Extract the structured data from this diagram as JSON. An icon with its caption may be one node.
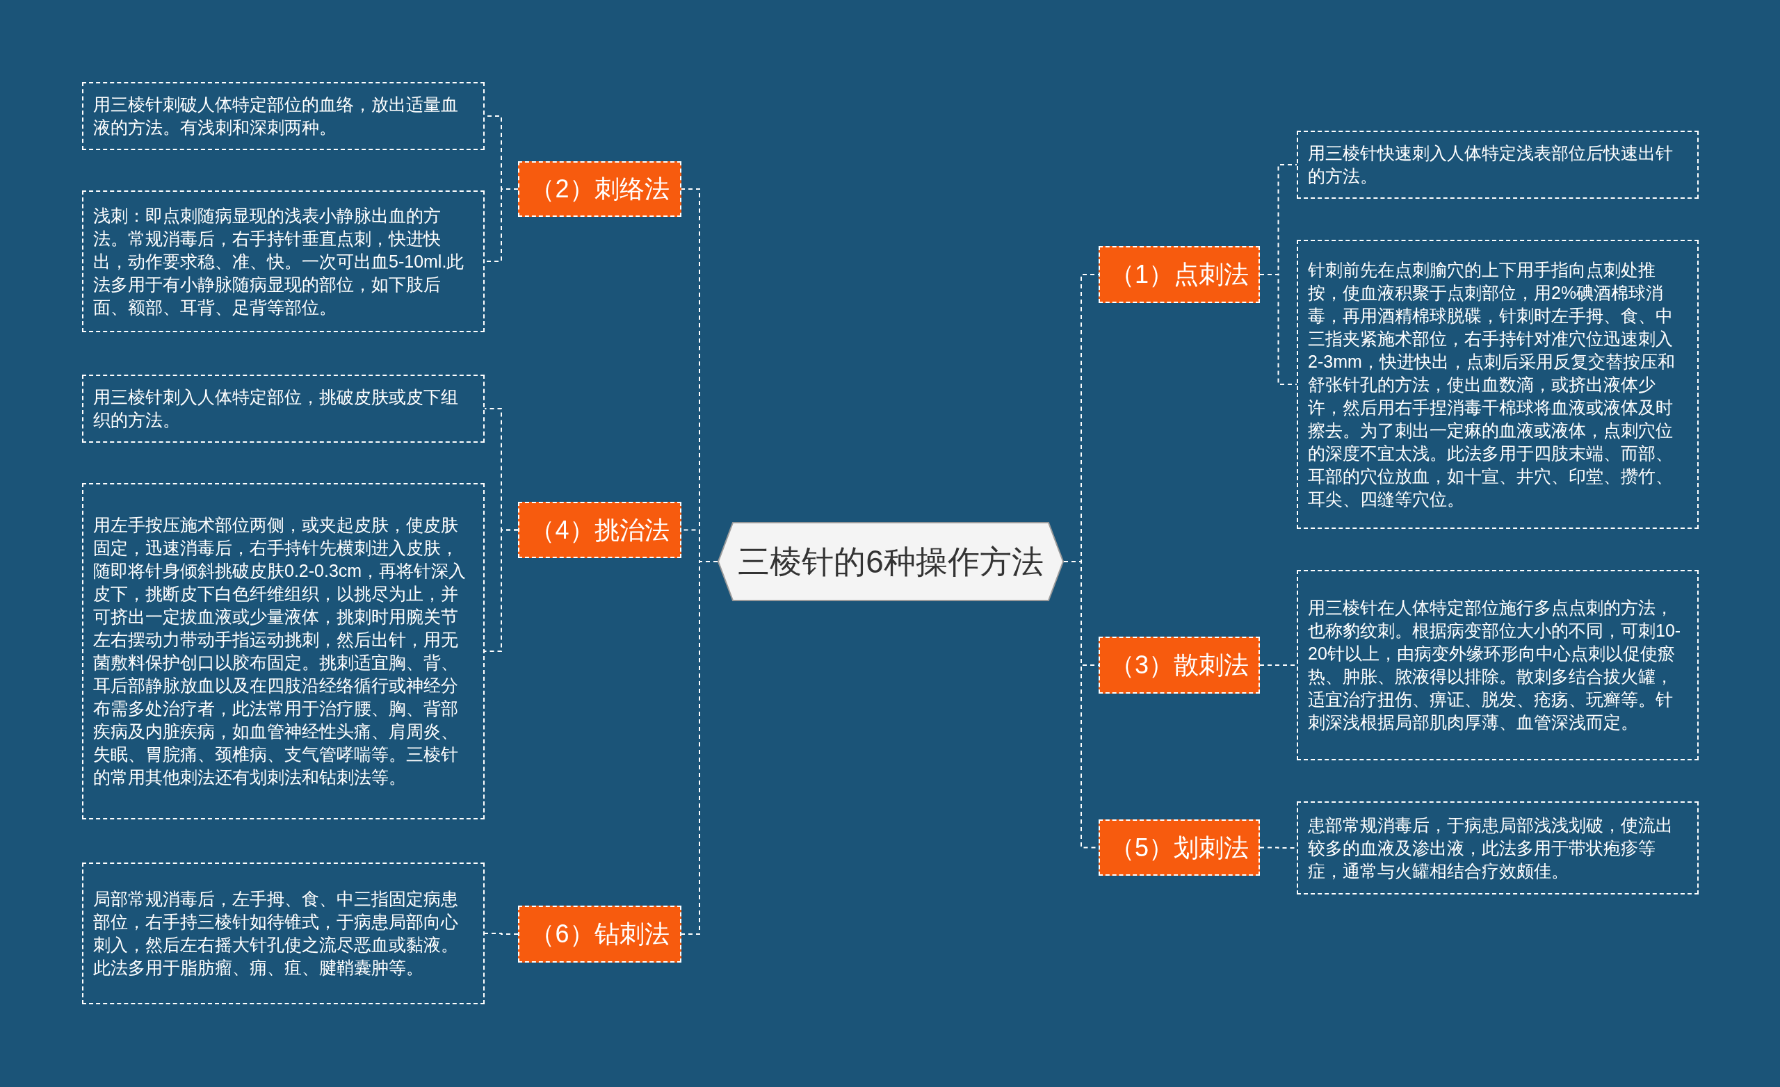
{
  "diagram": {
    "nodes": [
      {
        "text": [
          "三棱针的6种操作方法"
        ]
      },
      {
        "text": [
          "（2）刺络法"
        ]
      },
      {
        "text": [
          "用三棱针刺破人体特定部位的血络，放出适量血液的方法。有浅刺和深刺两种。"
        ]
      },
      {
        "text": [
          "浅刺：即点刺随病显现的浅表小静脉出血的方法。常规消毒后，右手持针垂直点刺，快进快出，动作要求稳、准、快。一次可出血5-10ml.此法多用于有小静脉随病显现的部位，如下肢后面、额部、耳背、足背等部位。"
        ]
      },
      {
        "text": [
          "（4）挑治法"
        ]
      },
      {
        "text": [
          "用三棱针刺入人体特定部位，挑破皮肤或皮下组织的方法。"
        ]
      },
      {
        "text": [
          "用左手按压施术部位两侧，或夹起皮肤，使皮肤固定，迅速消毒后，右手持针先横刺进入皮肤，随即将针身倾斜挑破皮肤0.2-0.3cm，再将针深入皮下，挑断皮下白色纤维组织，以挑尽为止，并可挤出一定拔血液或少量液体，挑刺时用腕关节左右摆动力带动手指运动挑刺，然后出针，用无菌敷料保护创口以胶布固定。挑刺适宜胸、背、耳后部静脉放血以及在四肢沿经络循行或神经分布需多处治疗者，此法常用于治疗腰、胸、背部疾病及内脏疾病，如血管神经性头痛、肩周炎、失眠、胃脘痛、颈椎病、支气管哮喘等。三棱针的常用其他刺法还有划刺法和钻刺法等。"
        ]
      },
      {
        "text": [
          "（6）钻刺法"
        ]
      },
      {
        "text": [
          "局部常规消毒后，左手拇、食、中三指固定病患部位，右手持三棱针如待锥式，于病患局部向心刺入，然后左右摇大针孔使之流尽恶血或黏液。此法多用于脂肪瘤、痈、疽、腱鞘囊肿等。"
        ]
      },
      {
        "text": [
          "（1）点刺法"
        ]
      },
      {
        "text": [
          "用三棱针快速刺入人体特定浅表部位后快速出针的方法。"
        ]
      },
      {
        "text": [
          "针刺前先在点刺腧穴的上下用手指向点刺处推按，使血液积聚于点刺部位，用2%碘酒棉球消毒，再用酒精棉球脱碟，针刺时左手拇、食、中三指夹紧施术部位，右手持针对准穴位迅速刺入2-3mm，快进快出，点刺后采用反复交替按压和舒张针孔的方法，使出血数滴，或挤出液体少许，然后用右手捏消毒干棉球将血液或液体及时擦去。为了刺出一定痳的血液或液体，点刺穴位的深度不宜太浅。此法多用于四肢末端、而部、耳部的穴位放血，如十宣、井穴、印堂、攒竹、耳尖、四缝等穴位。"
        ]
      },
      {
        "text": [
          "（3）散刺法"
        ]
      },
      {
        "text": [
          "用三棱针在人体特定部位施行多点点刺的方法，也称豹纹刺。根据病变部位大小的不同，可刺10-20针以上，由病变外缘环形向中心点刺以促使瘀热、肿胀、脓液得以排除。散刺多结合拔火罐，适宜治疗扭伤、痹证、脱发、疮疡、玩癣等。针刺深浅根据局部肌肉厚薄、血管深浅而定。"
        ]
      },
      {
        "text": [
          "（5）划刺法"
        ]
      },
      {
        "text": [
          "患部常规消毒后，于病患局部浅浅划破，使流出较多的血液及渗出液，此法多用于带状疱疹等症，通常与火罐相结合疗效颇佳。"
        ]
      }
    ],
    "edges": [
      {
        "from": 0,
        "to": 1,
        "arrow": "none",
        "style": "dashed"
      },
      {
        "from": 1,
        "to": 2,
        "arrow": "none",
        "style": "dashed"
      },
      {
        "from": 1,
        "to": 3,
        "arrow": "none",
        "style": "dashed"
      },
      {
        "from": 0,
        "to": 4,
        "arrow": "none",
        "style": "dashed"
      },
      {
        "from": 4,
        "to": 5,
        "arrow": "none",
        "style": "dashed"
      },
      {
        "from": 4,
        "to": 6,
        "arrow": "none",
        "style": "dashed"
      },
      {
        "from": 0,
        "to": 7,
        "arrow": "none",
        "style": "dashed"
      },
      {
        "from": 7,
        "to": 8,
        "arrow": "none",
        "style": "dashed"
      },
      {
        "from": 0,
        "to": 9,
        "arrow": "none",
        "style": "dashed"
      },
      {
        "from": 9,
        "to": 10,
        "arrow": "none",
        "style": "dashed"
      },
      {
        "from": 9,
        "to": 11,
        "arrow": "none",
        "style": "dashed"
      },
      {
        "from": 0,
        "to": 12,
        "arrow": "none",
        "style": "dashed"
      },
      {
        "from": 12,
        "to": 13,
        "arrow": "none",
        "style": "dashed"
      },
      {
        "from": 0,
        "to": 14,
        "arrow": "none",
        "style": "dashed"
      },
      {
        "from": 14,
        "to": 15,
        "arrow": "none",
        "style": "dashed"
      }
    ]
  }
}
